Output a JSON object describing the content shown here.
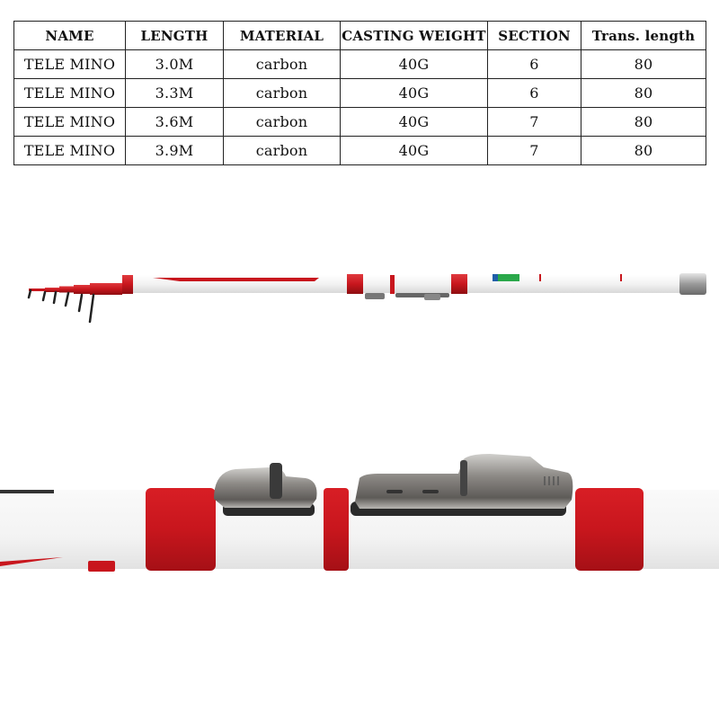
{
  "spec_table": {
    "headers": [
      "NAME",
      "LENGTH",
      "MATERIAL",
      "CASTING WEIGHT",
      "SECTION",
      "Trans. length"
    ],
    "rows": [
      [
        "TELE MINO",
        "3.0M",
        "carbon",
        "40G",
        "6",
        "80"
      ],
      [
        "TELE MINO",
        "3.3M",
        "carbon",
        "40G",
        "6",
        "80"
      ],
      [
        "TELE MINO",
        "3.6M",
        "carbon",
        "40G",
        "7",
        "80"
      ],
      [
        "TELE MINO",
        "3.9M",
        "carbon",
        "40G",
        "7",
        "80"
      ]
    ]
  },
  "images": {
    "full_rod": "telescopic-fishing-rod-full-view",
    "reel_seat_closeup": "reel-seat-closeup"
  },
  "colors": {
    "rod_red": "#c8161d",
    "rod_white": "#f4f4f4",
    "metal": "#8a8784",
    "table_border": "#222222"
  }
}
